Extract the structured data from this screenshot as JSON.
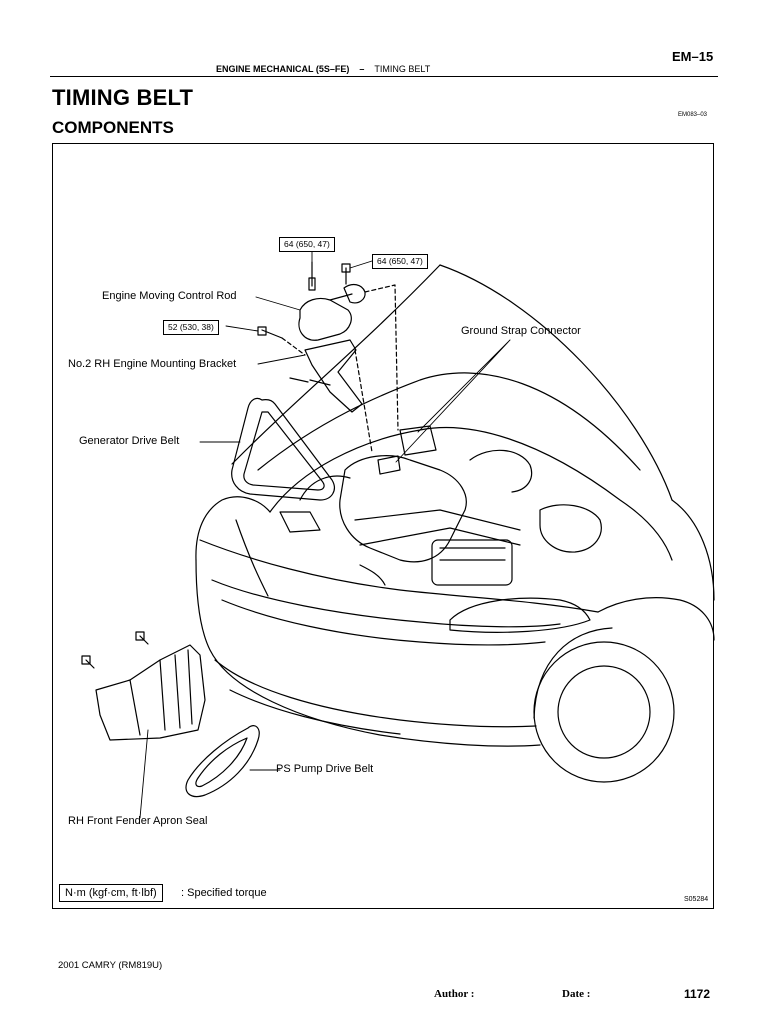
{
  "header": {
    "page_number": "EM–15",
    "section": "ENGINE MECHANICAL (5S–FE)",
    "separator": "–",
    "topic": "TIMING BELT"
  },
  "title": "TIMING BELT",
  "subtitle": "COMPONENTS",
  "doc_code": "EM083–03",
  "figure": {
    "labels": {
      "engine_moving_control_rod": "Engine Moving Control Rod",
      "rh_mounting_bracket": "No.2 RH Engine Mounting Bracket",
      "generator_drive_belt": "Generator Drive Belt",
      "ground_strap_connector": "Ground Strap Connector",
      "ps_pump_drive_belt": "PS Pump Drive Belt",
      "fender_apron_seal": "RH Front Fender Apron Seal"
    },
    "torques": {
      "t1": "64 (650, 47)",
      "t2": "64 (650, 47)",
      "t3": "52 (530, 38)"
    },
    "legend_box": "N·m (kgf·cm, ft·lbf)",
    "legend_text": ": Specified torque",
    "figure_code": "S05284"
  },
  "footer": {
    "model": "2001 CAMRY   (RM819U)",
    "author_label": "Author :",
    "date_label": "Date :",
    "page": "1172"
  }
}
